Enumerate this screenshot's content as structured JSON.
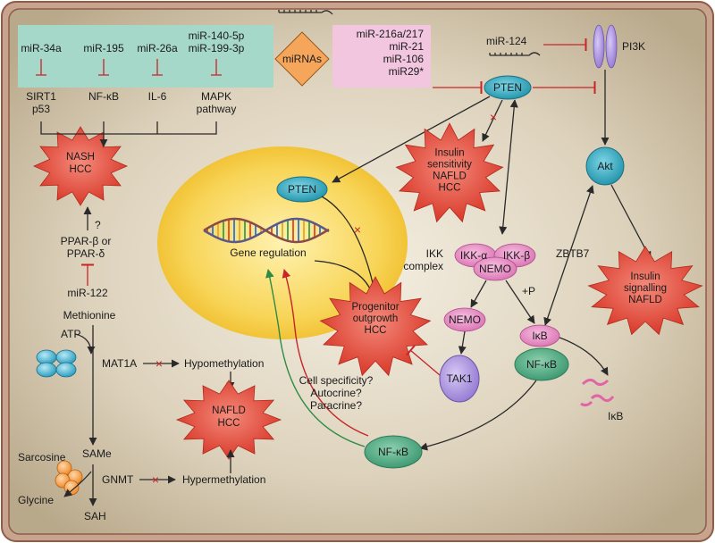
{
  "colors": {
    "frame": "#9b6a57",
    "background": "#d8cdb7",
    "nucleus": "#f3c53c",
    "burst": "#e44a3b",
    "teal_node": "#2f9fb6",
    "green_node": "#4fa882",
    "pink_node": "#e889c3",
    "violet_receptor": "#a991d9",
    "inhibit": "#c8242a",
    "green_arrow": "#2e8b45"
  },
  "mirna_left_box": {
    "items": [
      "miR-34a",
      "miR-195",
      "miR-26a",
      "miR-140-5p\nmiR-199-3p"
    ],
    "targets": [
      "SIRT1\np53",
      "NF-κB",
      "IL-6",
      "MAPK\npathway"
    ]
  },
  "mirna_hub": {
    "label": "miRNAs"
  },
  "mirna_right_box": {
    "items": [
      "miR-216a/217",
      "miR-21",
      "miR-106",
      "miR29*"
    ]
  },
  "mir124": "miR-124",
  "pi3k": "PI3K",
  "pten_top": "PTEN",
  "pten_nucleus": "PTEN",
  "akt": "Akt",
  "zbtb7": "ZBTB7",
  "burst_nash": "NASH\nHCC",
  "burst_insulin": "Insulin\nsensitivity\nNAFLD\nHCC",
  "burst_insulin_signalling": "Insulin\nsignalling\nNAFLD",
  "burst_progenitor": "Progenitor\noutgrowth\nHCC",
  "burst_nafld": "NAFLD\nHCC",
  "gene_regulation": "Gene regulation",
  "ppar": {
    "question": "?",
    "text": "PPAR-β or\nPPAR-δ"
  },
  "mir122": "miR-122",
  "methionine": "Methionine",
  "atp": "ATP",
  "mat1a": "MAT1A",
  "hypomethylation": "Hypomethylation",
  "same": "SAMe",
  "sarcosine": "Sarcosine",
  "glycine": "Glycine",
  "gnmt": "GNMT",
  "hypermethylation": "Hypermethylation",
  "sah": "SAH",
  "ikk": {
    "complex_label": "IKK\ncomplex",
    "alpha": "IKK-α",
    "beta": "IKK-β",
    "nemo": "NEMO"
  },
  "plus_p": "+P",
  "nemo_free": "NEMO",
  "tak1": "TAK1",
  "ikb": "IκB",
  "nfkb_right": "NF-κB",
  "ikb_degraded": "IκB",
  "cell_specificity": "Cell specificity?\nAutocrine?\nParacrine?",
  "nfkb_bottom": "NF-κB"
}
